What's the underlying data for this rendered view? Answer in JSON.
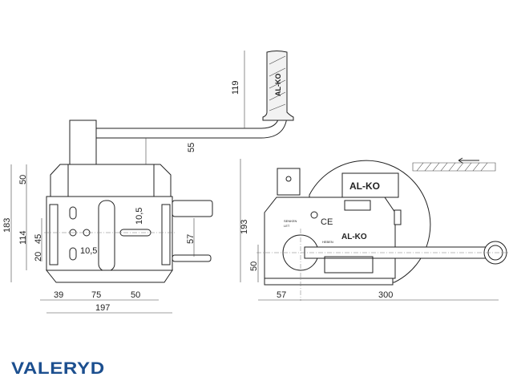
{
  "brand": {
    "logo": "VALERYD",
    "color": "#1c4f8f"
  },
  "front_view": {
    "dims": {
      "cap_height": "50",
      "total_height": "183",
      "body_height": "114",
      "hole_spacing_v": "45",
      "hole_offset": "20",
      "hole_dia_h": "10,5",
      "slot_dia_v": "10,5",
      "bracket_spacing": "57",
      "w1": "39",
      "w2": "75",
      "w3": "50",
      "total_width": "197"
    },
    "crank": {
      "grip_height": "119",
      "arm_height": "55",
      "grip_brand": "AL-KO"
    }
  },
  "side_view": {
    "dims": {
      "height": "193",
      "axis_height": "50",
      "axis_offset": "57",
      "arm_length": "300"
    },
    "brand_labels": [
      "AL-KO",
      "AL-KO"
    ],
    "marks": {
      "ce": "CE",
      "lower": "SENKEN",
      "lower2": "LET",
      "raise": "HEBEN"
    }
  }
}
